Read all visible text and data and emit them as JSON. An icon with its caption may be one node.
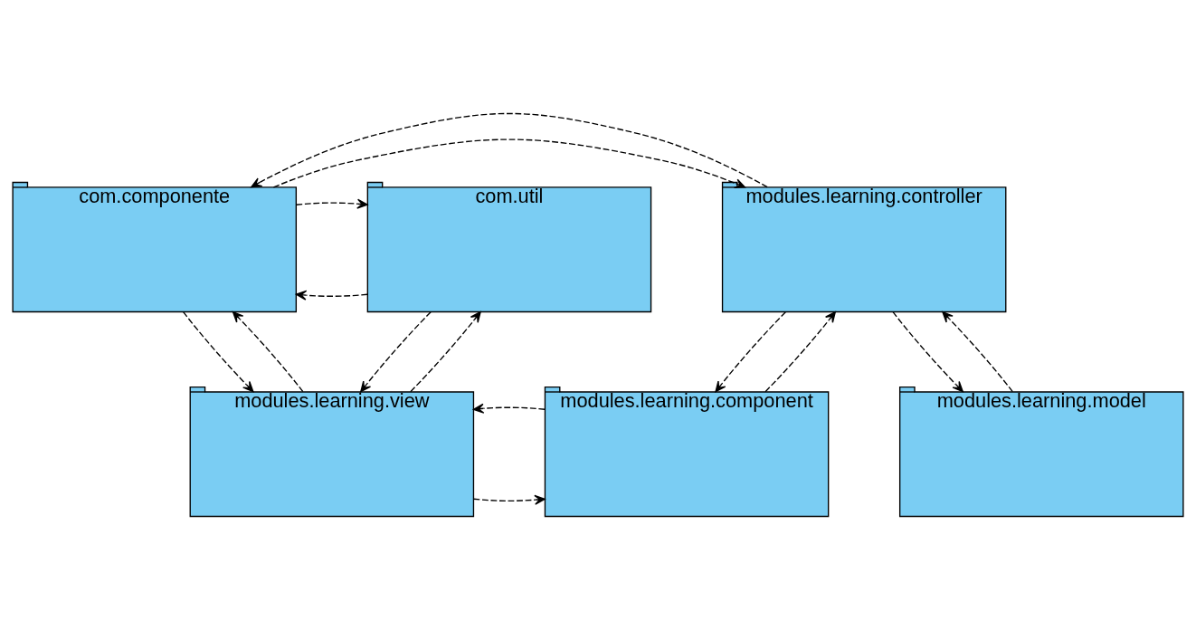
{
  "diagram": {
    "nodes": [
      {
        "text": [
          "com.componente"
        ]
      },
      {
        "text": [
          "com.util"
        ]
      },
      {
        "text": [
          "modules.learning.controller"
        ]
      },
      {
        "text": [
          "modules.learning.view"
        ]
      },
      {
        "text": [
          "modules.learning.component"
        ]
      },
      {
        "text": [
          "modules.learning.model"
        ]
      }
    ],
    "edges": [
      {
        "from": 1,
        "to": 0,
        "arrow": "to",
        "style": "dashed"
      },
      {
        "from": 0,
        "to": 1,
        "arrow": "to",
        "style": "dashed"
      },
      {
        "from": 3,
        "to": 0,
        "arrow": "to",
        "style": "dashed"
      },
      {
        "from": 0,
        "to": 3,
        "arrow": "to",
        "style": "dashed"
      },
      {
        "from": 1,
        "to": 3,
        "arrow": "to",
        "style": "dashed"
      },
      {
        "from": 3,
        "to": 1,
        "arrow": "to",
        "style": "dashed"
      },
      {
        "from": 3,
        "to": 4,
        "arrow": "to",
        "style": "dashed"
      },
      {
        "from": 4,
        "to": 3,
        "arrow": "to",
        "style": "dashed"
      },
      {
        "from": 4,
        "to": 2,
        "arrow": "to",
        "style": "dashed"
      },
      {
        "from": 2,
        "to": 4,
        "arrow": "to",
        "style": "dashed"
      },
      {
        "from": 2,
        "to": 5,
        "arrow": "to",
        "style": "dashed"
      },
      {
        "from": 5,
        "to": 2,
        "arrow": "to",
        "style": "dashed"
      },
      {
        "from": 0,
        "to": 2,
        "arrow": "to",
        "style": "dashed"
      },
      {
        "from": 2,
        "to": 0,
        "arrow": "to",
        "style": "dashed"
      }
    ]
  }
}
